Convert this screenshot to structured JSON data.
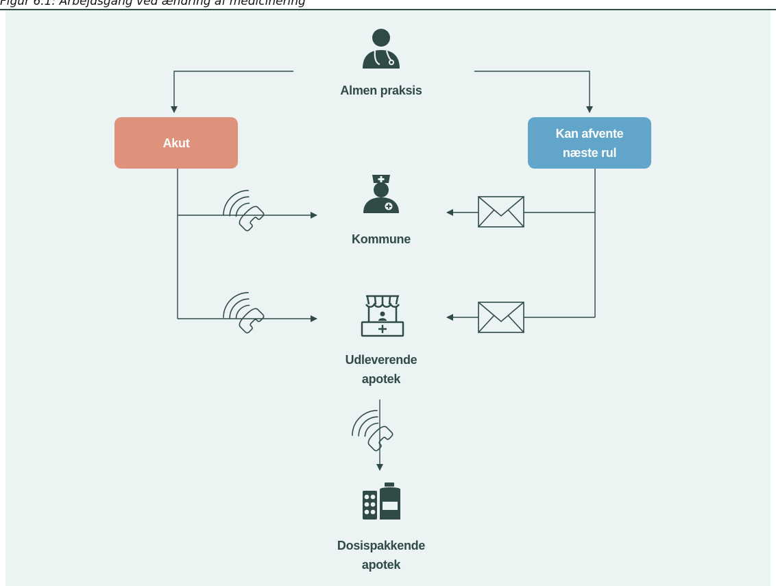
{
  "caption": "Figur 6.1: Arbejdsgang ved ændring af medicinering",
  "colors": {
    "background": "#ebf4f2",
    "ink": "#2f4a47",
    "akut": "#de917b",
    "kan_afvente": "#62a5cb"
  },
  "nodes": {
    "almen_praksis": {
      "label": "Almen praksis",
      "icon": "doctor-icon"
    },
    "akut": {
      "label": "Akut"
    },
    "kan_afvente": {
      "line1": "Kan afvente",
      "line2": "næste rul"
    },
    "kommune": {
      "label": "Kommune",
      "icon": "nurse-icon"
    },
    "udleverende_apotek": {
      "line1": "Udleverende",
      "line2": "apotek",
      "icon": "pharmacy-shop-icon"
    },
    "dosispakkende_apotek": {
      "line1": "Dosispakkende",
      "line2": "apotek",
      "icon": "medicine-icon"
    }
  },
  "channels": {
    "akut": "phone-icon",
    "kan_afvente": "envelope-icon",
    "apotek_to_dosis": "phone-icon"
  }
}
